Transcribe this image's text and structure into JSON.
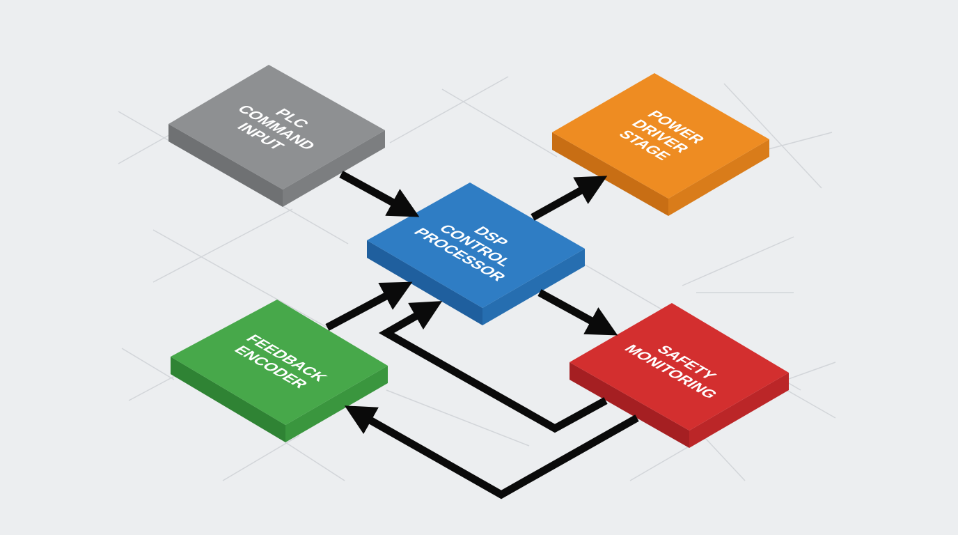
{
  "diagram": {
    "blocks": [
      {
        "id": "plc",
        "lines": [
          "PLC",
          "COMMAND",
          "INPUT"
        ],
        "color": "#8e9092",
        "side_left": "#6f7173",
        "side_right": "#7c7e80"
      },
      {
        "id": "power",
        "lines": [
          "POWER",
          "DRIVER",
          "STAGE"
        ],
        "color": "#ee8c22",
        "side_left": "#c86e14",
        "side_right": "#d97c1a"
      },
      {
        "id": "dsp",
        "lines": [
          "DSP",
          "CONTROL",
          "PROCESSOR"
        ],
        "color": "#2f7dc4",
        "side_left": "#1f5f9e",
        "side_right": "#266eb0"
      },
      {
        "id": "feedback",
        "lines": [
          "FEEDBACK",
          "ENCODER"
        ],
        "color": "#47a84a",
        "side_left": "#2f8334",
        "side_right": "#3a963e"
      },
      {
        "id": "safety",
        "lines": [
          "SAFETY",
          "MONITORING"
        ],
        "color": "#d32f2f",
        "side_left": "#a51f22",
        "side_right": "#bb2628"
      }
    ],
    "connections": [
      {
        "from": "plc",
        "to": "dsp"
      },
      {
        "from": "dsp",
        "to": "power"
      },
      {
        "from": "dsp",
        "to": "safety"
      },
      {
        "from": "feedback",
        "to": "dsp"
      },
      {
        "from": "safety",
        "to": "dsp"
      },
      {
        "from": "safety",
        "to": "feedback"
      }
    ]
  }
}
